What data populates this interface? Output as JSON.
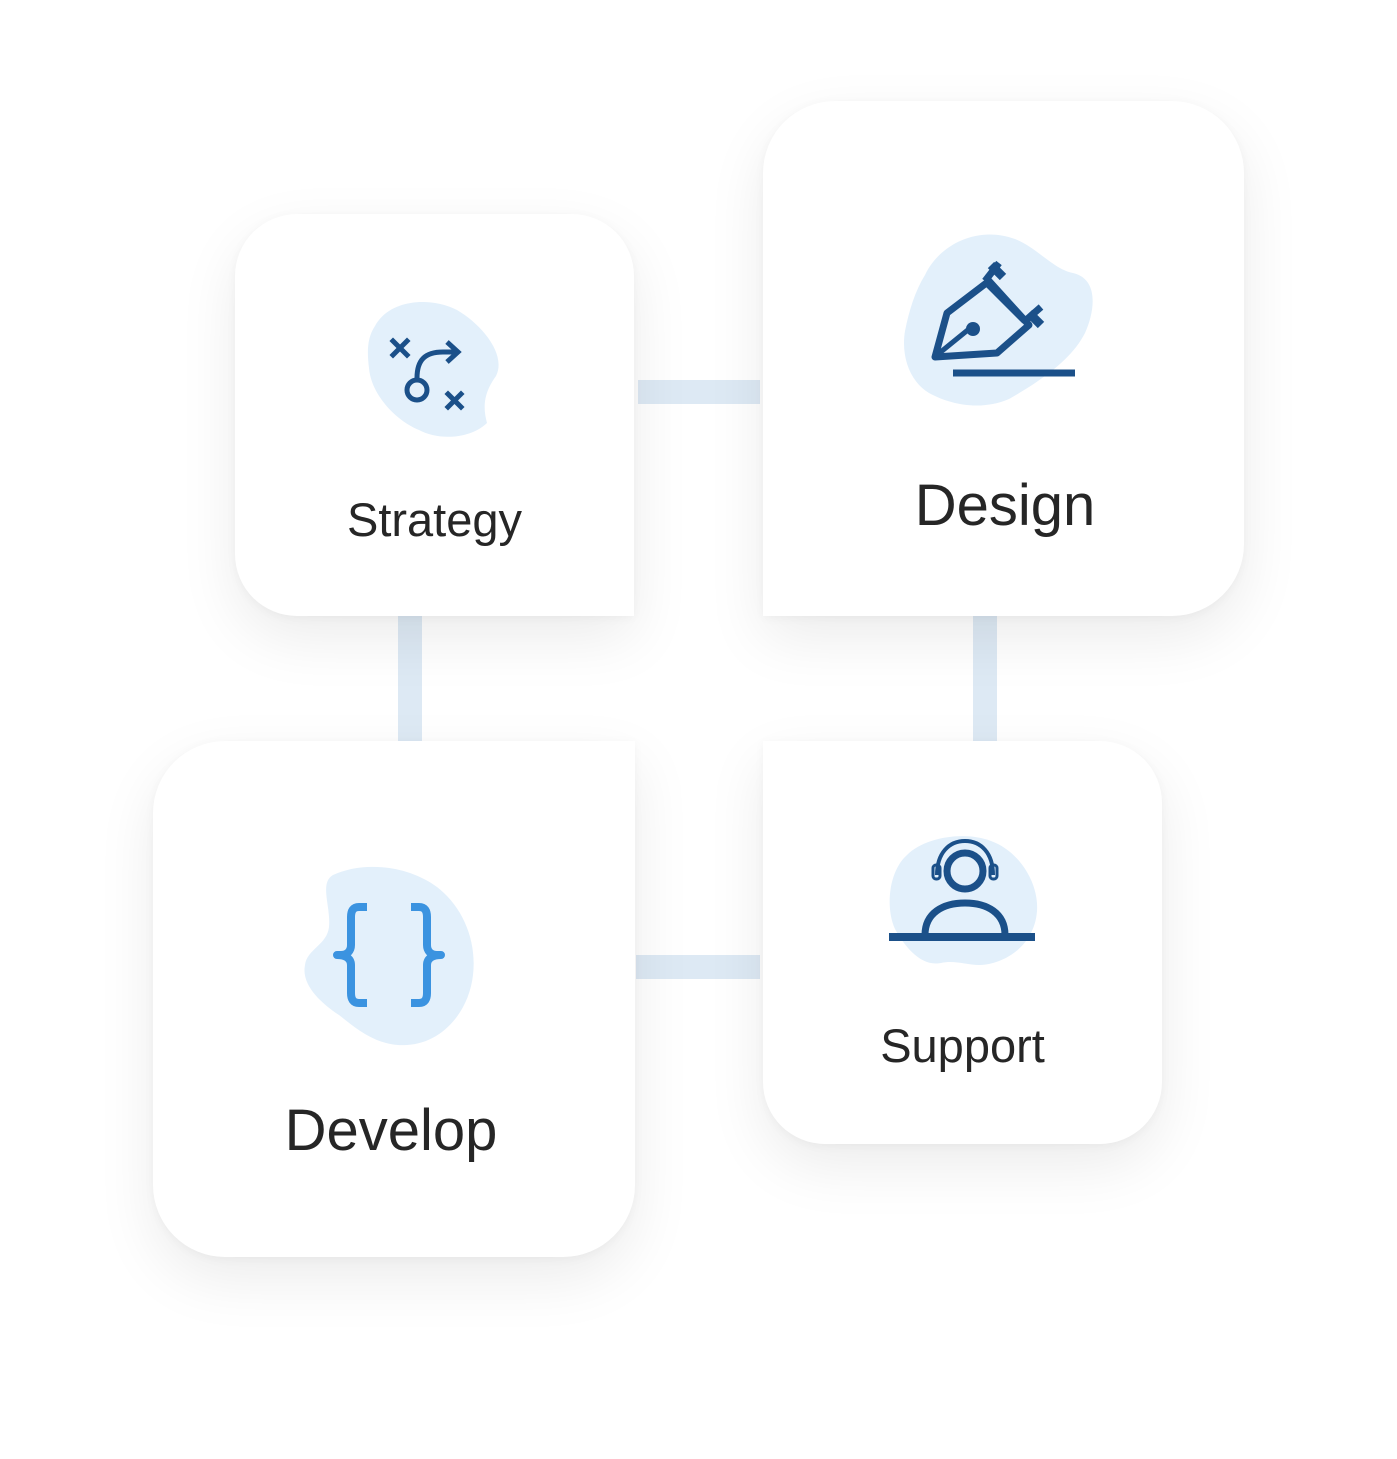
{
  "cards": {
    "strategy": {
      "label": "Strategy",
      "icon": "strategy-play-icon"
    },
    "design": {
      "label": "Design",
      "icon": "pen-nib-icon"
    },
    "develop": {
      "label": "Develop",
      "icon": "code-braces-icon"
    },
    "support": {
      "label": "Support",
      "icon": "headset-agent-icon"
    }
  },
  "colors": {
    "icon_dark_blue": "#1b5089",
    "icon_light_blue": "#3b93e0",
    "blob_fill": "#e3f0fb",
    "connector": "#dde9f4",
    "label_text": "#262626",
    "card_bg": "#ffffff"
  }
}
